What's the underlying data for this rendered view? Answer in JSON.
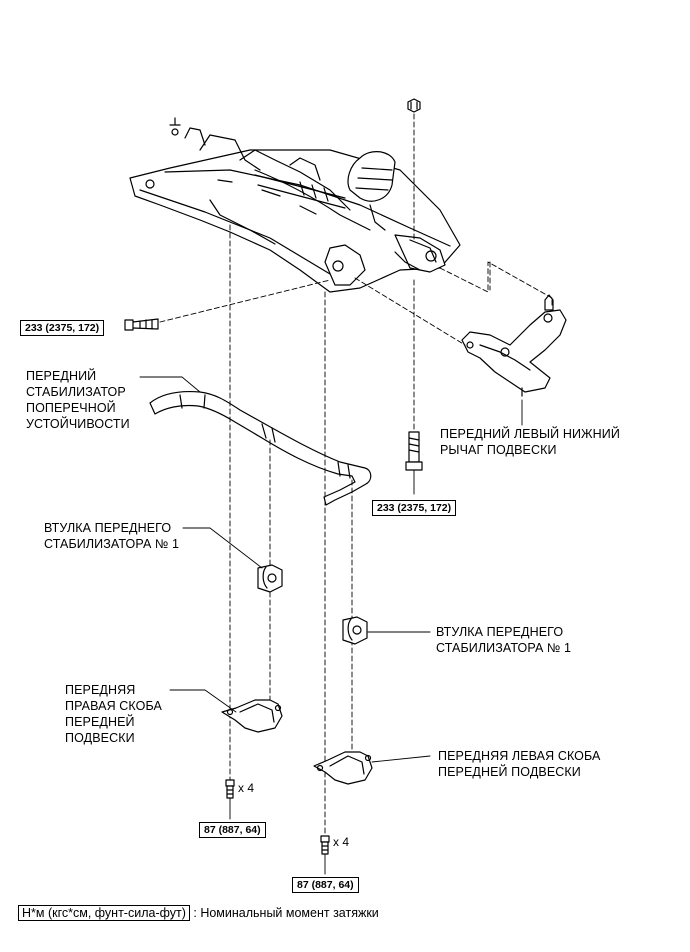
{
  "labels": {
    "stabilizer_bar": [
      "ПЕРЕДНИЙ",
      "СТАБИЛИЗАТОР",
      "ПОПЕРЕЧНОЙ",
      "УСТОЙЧИВОСТИ"
    ],
    "lower_arm": [
      "ПЕРЕДНИЙ ЛЕВЫЙ НИЖНИЙ",
      "РЫЧАГ ПОДВЕСКИ"
    ],
    "bushing_right": [
      "ВТУЛКА ПЕРЕДНЕГО",
      "СТАБИЛИЗАТОРА № 1"
    ],
    "bushing_left": [
      "ВТУЛКА ПЕРЕДНЕГО",
      "СТАБИЛИЗАТОРА № 1"
    ],
    "bracket_right": [
      "ПЕРЕДНЯЯ",
      "ПРАВАЯ СКОБА",
      "ПЕРЕДНЕЙ",
      "ПОДВЕСКИ"
    ],
    "bracket_left": [
      "ПЕРЕДНЯЯ ЛЕВАЯ СКОБА",
      "ПЕРЕДНЕЙ ПОДВЕСКИ"
    ]
  },
  "torques": {
    "arm_bolt_horizontal": "233 (2375, 172)",
    "arm_bolt_vertical": "233 (2375, 172)",
    "bracket_bolt_right": "87 (887, 64)",
    "bracket_bolt_left": "87 (887, 64)"
  },
  "quantities": {
    "bracket_bolt_right": "x 4",
    "bracket_bolt_left": "x 4"
  },
  "legend": {
    "unit_box": "Н*м (кгс*см, фунт-сила-фут)",
    "description": ": Номинальный момент затяжки"
  }
}
